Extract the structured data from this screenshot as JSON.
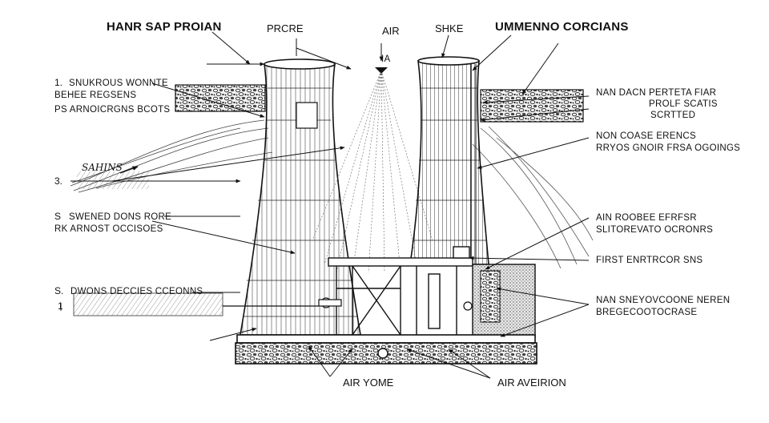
{
  "diagram": {
    "top_labels": {
      "title_left": "HANR SAP PROIAN",
      "pipe": "PRCRE",
      "air": "AIR",
      "shke": "SHKE",
      "title_right": "UMMENNO CORCIANS",
      "nozzle": "IA"
    },
    "left_notes": [
      {
        "num": "1.",
        "lines": [
          "SNUKROUS WONNTE",
          "BEHEE REGSENS",
          "PS ARNOICRGNS BCOTS"
        ]
      },
      {
        "num": "3.",
        "lines": []
      },
      {
        "num": "S",
        "lines": [
          "SWENED DONS RORE",
          "RK ARNOST OCCISOES"
        ]
      },
      {
        "num": "S.",
        "lines": [
          "DWONS DECCIES CCEONNS"
        ]
      }
    ],
    "left_marker": "1",
    "script_note": "SAHINS",
    "right_notes": [
      {
        "lines": [
          "NAN DACN PERTETA FIAR",
          "PROLF SCATIS",
          "SCRTTED"
        ]
      },
      {
        "lines": [
          "NON COASE ERENCS",
          "RRYOS GNOIR FRSA OGOINGS"
        ]
      },
      {
        "lines": [
          "AIN ROOBEE EFRFSR",
          "SLITOREVATO OCRONRS"
        ]
      },
      {
        "lines": [
          "FIRST ENRTRCOR SNS"
        ]
      },
      {
        "lines": [
          "NAN SNEYOVCOONE NEREN",
          "BREGECOOTOCRASE"
        ]
      }
    ],
    "bottom_labels": {
      "air_home": "AIR YOME",
      "air_aveirion": "AIR AVEIRION"
    }
  }
}
